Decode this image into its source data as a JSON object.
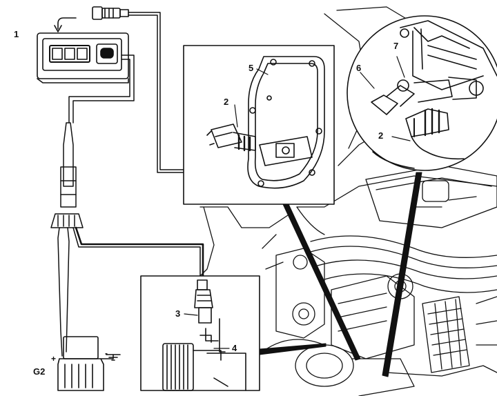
{
  "callouts": {
    "c1": "1",
    "c2_upper": "2",
    "c2_right": "2",
    "c3": "3",
    "c4": "4",
    "c5": "5",
    "c6": "6",
    "c7": "7",
    "g2": "G2"
  },
  "battery_terminals": {
    "plus": "+",
    "minus": "-"
  },
  "colors": {
    "ink": "#111111",
    "paper": "#ffffff"
  }
}
